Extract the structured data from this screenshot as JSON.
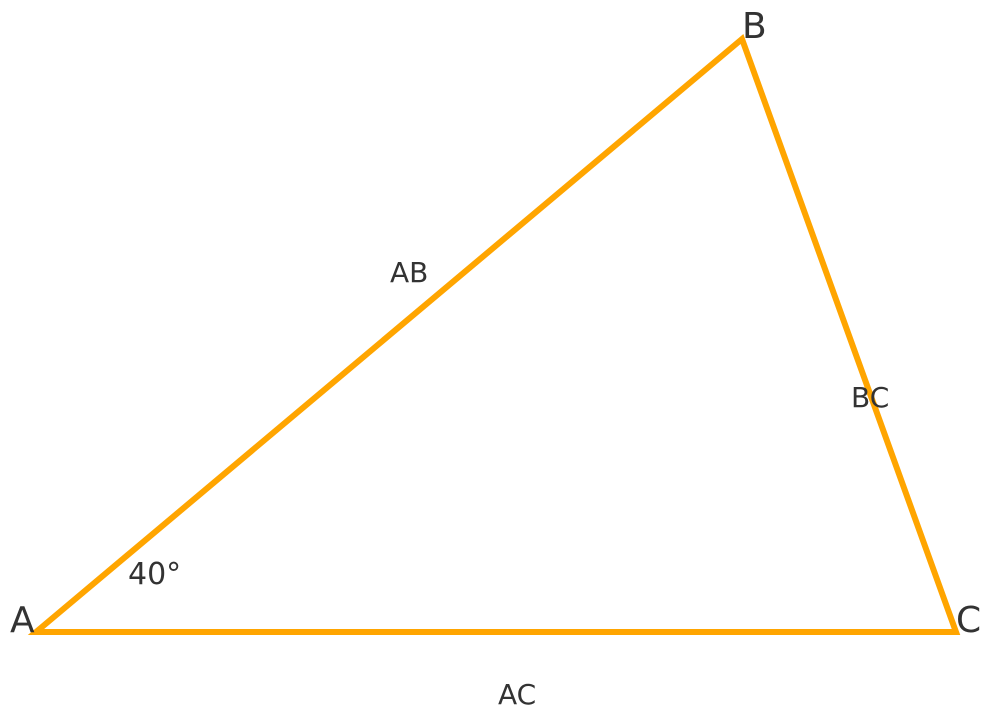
{
  "diagram": {
    "stroke_color": "#FFA500",
    "text_color": "#333333",
    "vertices": {
      "A": "A",
      "B": "B",
      "C": "C"
    },
    "sides": {
      "AB": "AB",
      "BC": "BC",
      "AC": "AC"
    },
    "angle_A": "40°"
  }
}
